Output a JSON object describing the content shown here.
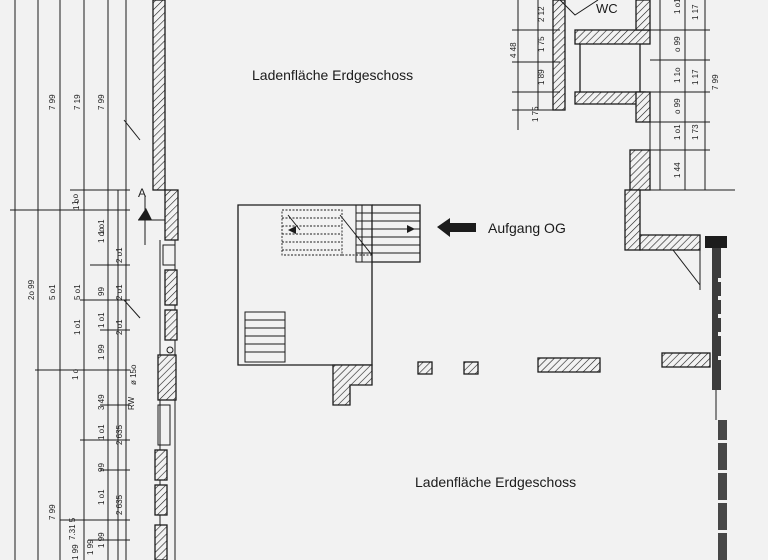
{
  "labels": {
    "top_room": "Ladenfläche Erdgeschoss",
    "bottom_room": "Ladenfläche Erdgeschoss",
    "stairs": "Aufgang OG",
    "wc": "WC",
    "section_marker": "A",
    "rw": "RW",
    "pillar_note": "ø 15o"
  },
  "left_dimensions": {
    "overall": "2o 99",
    "col2": [
      "7 99",
      "7.31 5"
    ],
    "col3": [
      "7 99",
      "5 o1",
      "1 o",
      "1 99"
    ],
    "col4": [
      "7 19",
      "5 o1",
      "1 o",
      "3 49",
      "1 o1",
      "1 99"
    ],
    "col5": [
      "7 99",
      "1 o1",
      "99",
      "1 o1",
      "1 99",
      "1 o1",
      "1 o1",
      "99",
      "1 99"
    ],
    "col6": [
      "1 o",
      "1 oo",
      "2 o1",
      "2 o1",
      "2 o1",
      "2 635",
      "2 635"
    ]
  },
  "right_dimensions": {
    "wc_col": [
      "2 12",
      "4 48",
      "1 75",
      "1 89",
      "1 75"
    ],
    "right_col": [
      "1 o1",
      "o 99",
      "1 1o",
      "o 99",
      "1 o1",
      "1 44",
      "1 73"
    ],
    "far_right": [
      "1 17",
      "1 17",
      "7 99"
    ]
  },
  "icons": {
    "arrow": "arrow-left-icon",
    "section": "section-marker-icon"
  }
}
